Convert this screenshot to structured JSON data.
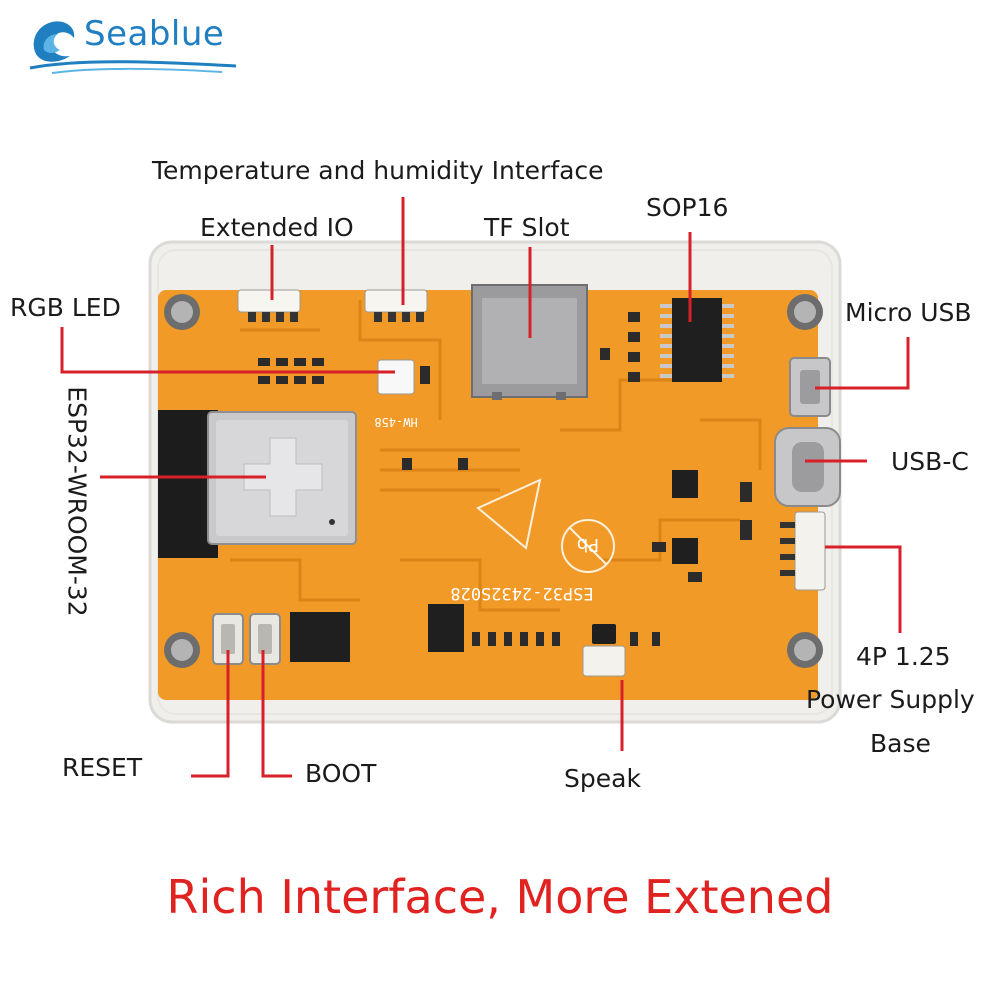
{
  "brand": {
    "name": "Seablue"
  },
  "board_silkscreen": {
    "model": "ESP32-2432S028",
    "module_label": "HW-458",
    "pb_mark": "Pb"
  },
  "labels": {
    "temp_humidity": "Temperature and humidity Interface",
    "extended_io": "Extended IO",
    "tf_slot": "TF Slot",
    "sop16": "SOP16",
    "rgb_led": "RGB LED",
    "micro_usb": "Micro USB",
    "esp32": "ESP32-WROOM-32",
    "usb_c": "USB-C",
    "power_line1": "4P 1.25",
    "power_line2": "Power Supply",
    "power_line3": "Base",
    "reset": "RESET",
    "boot": "BOOT",
    "speak": "Speak"
  },
  "tagline": "Rich Interface, More Extened",
  "colors": {
    "callout": "#d8202a",
    "pcb": "#f19a27",
    "tagline": "#e02320",
    "brand": "#1f7fc1"
  }
}
